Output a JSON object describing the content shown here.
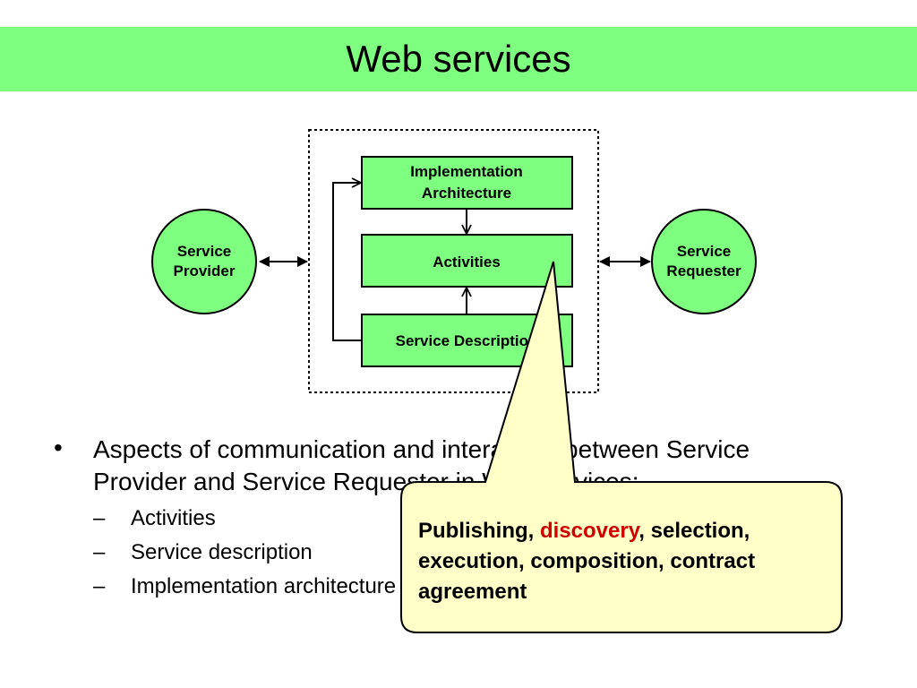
{
  "slide": {
    "title": "Web services"
  },
  "diagram": {
    "provider": {
      "line1": "Service",
      "line2": "Provider"
    },
    "requester": {
      "line1": "Service",
      "line2": "Requester"
    },
    "impl": {
      "line1": "Implementation",
      "line2": "Architecture"
    },
    "activities": {
      "label": "Activities"
    },
    "servdesc": {
      "label": "Service Description"
    },
    "colors": {
      "fill": "#7fff7f",
      "stroke": "#000000"
    }
  },
  "bullets": {
    "main": "Aspects of communication and interaction between Service Provider and Service Requester in Web services:",
    "sub": [
      "Activities",
      "Service description",
      "Implementation architecture"
    ]
  },
  "callout": {
    "part1": "Publishing, ",
    "highlight": "discovery",
    "part2": ", selection, execution, composition, contract agreement",
    "fill": "#ffffc8",
    "highlight_color": "#d00000"
  }
}
